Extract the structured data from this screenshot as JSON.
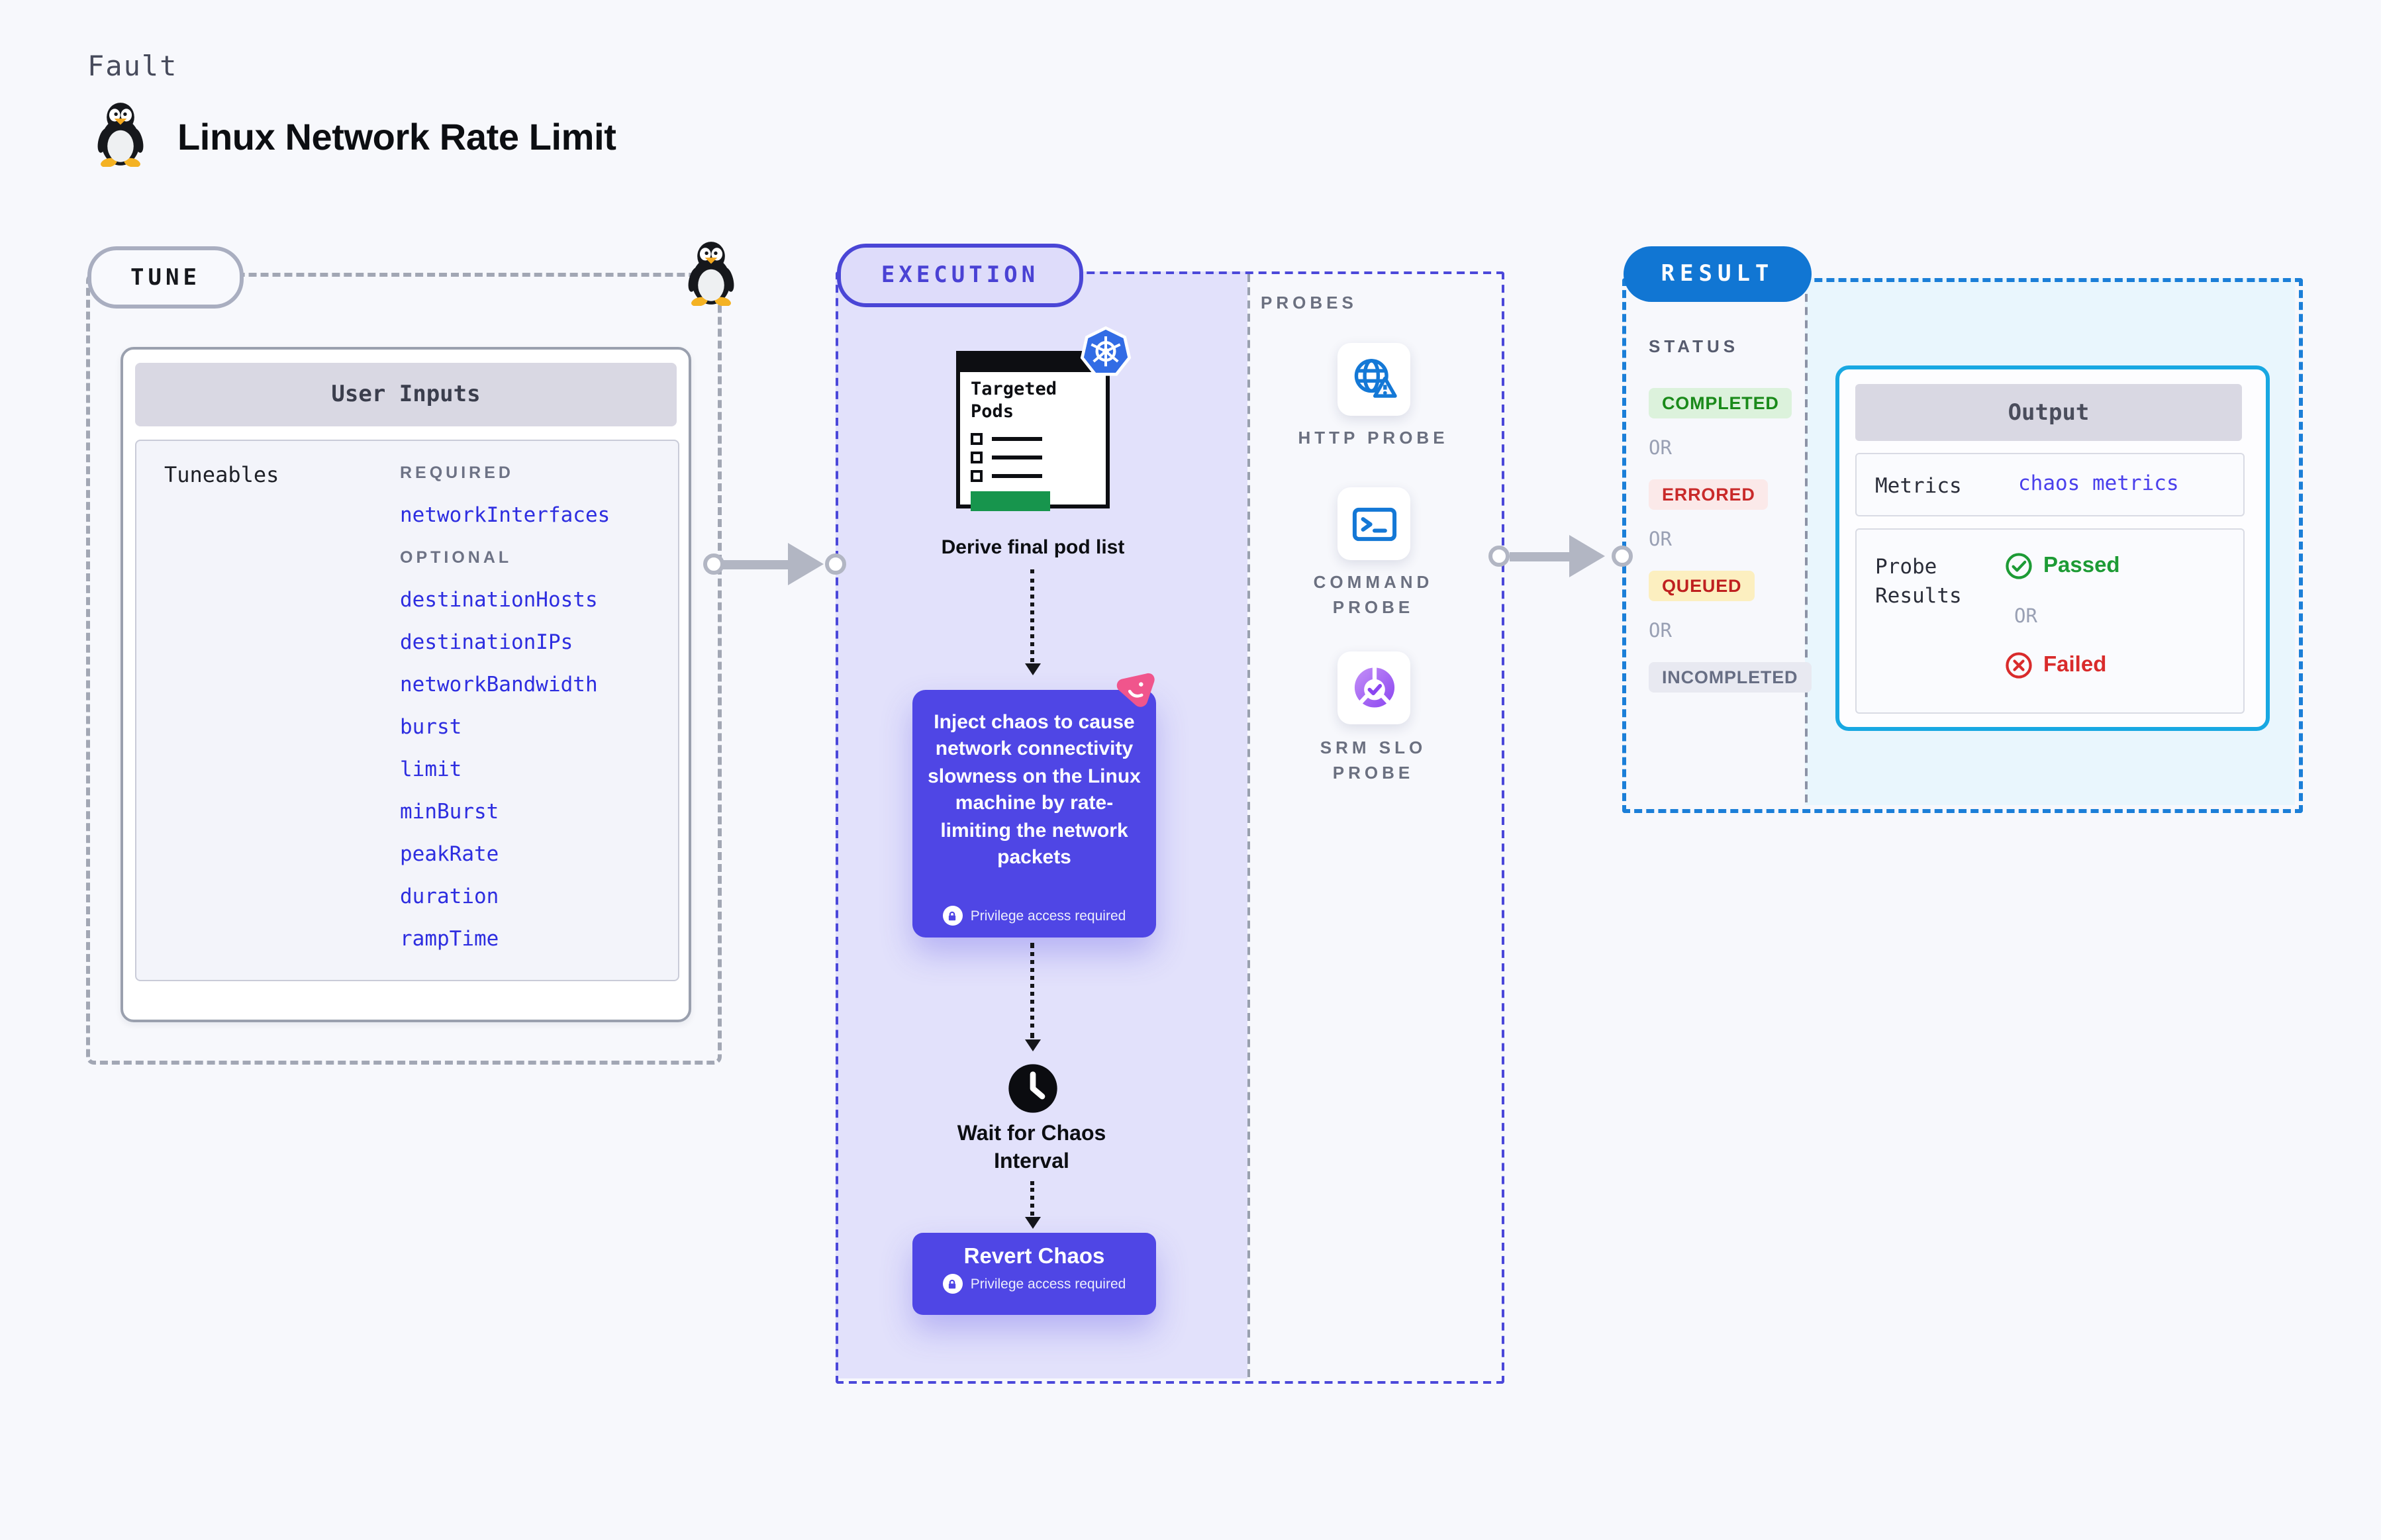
{
  "page": {
    "kicker": "Fault",
    "title": "Linux Network Rate Limit"
  },
  "tune": {
    "label": "TUNE",
    "card_title": "User Inputs",
    "tuneables_label": "Tuneables",
    "required_label": "REQUIRED",
    "required_items": [
      "networkInterfaces"
    ],
    "optional_label": "OPTIONAL",
    "optional_items": [
      "destinationHosts",
      "destinationIPs",
      "networkBandwidth",
      "burst",
      "limit",
      "minBurst",
      "peakRate",
      "duration",
      "rampTime"
    ]
  },
  "execution": {
    "label": "EXECUTION",
    "targeted_pods_title": "Targeted Pods",
    "derive_label": "Derive final pod list",
    "inject_text": "Inject chaos to cause network connectivity slowness on the Linux machine by rate-limiting the network packets",
    "privilege_label": "Privilege access required",
    "wait_label": "Wait for Chaos Interval",
    "revert_label": "Revert Chaos"
  },
  "probes": {
    "label": "PROBES",
    "items": [
      {
        "label": "HTTP PROBE",
        "icon": "globe-alert-icon"
      },
      {
        "label": "COMMAND PROBE",
        "icon": "terminal-icon"
      },
      {
        "label": "SRM SLO PROBE",
        "icon": "slo-donut-icon"
      }
    ]
  },
  "result": {
    "label": "RESULT",
    "status_label": "STATUS",
    "or_label": "OR",
    "statuses": [
      "COMPLETED",
      "ERRORED",
      "QUEUED",
      "INCOMPLETED"
    ],
    "status_colors": {
      "completed": "#1a8a1a",
      "errored": "#c92a2a",
      "queued": "#bf2020",
      "incompleted": "#676e84"
    },
    "output": {
      "title": "Output",
      "metrics_label": "Metrics",
      "metrics_value": "chaos metrics",
      "probe_results_label": "Probe Results",
      "passed_label": "Passed",
      "failed_label": "Failed"
    }
  },
  "colors": {
    "accent_indigo": "#4f46e5",
    "execution_border": "#4b48da",
    "execution_bg": "#e2e1fb",
    "result_border": "#1b7fd8",
    "result_pill": "#1176d3",
    "result_bg": "#e9f6fd",
    "output_border": "#18a8e2",
    "link_blue": "#2d2de0",
    "metrics_blue": "#4a40ec",
    "passed_green": "#1d9b35",
    "failed_red": "#d92b2b",
    "kubernetes_blue": "#326ce5",
    "litmus_pink": "#f0558c",
    "pods_green_bar": "#17954d"
  }
}
